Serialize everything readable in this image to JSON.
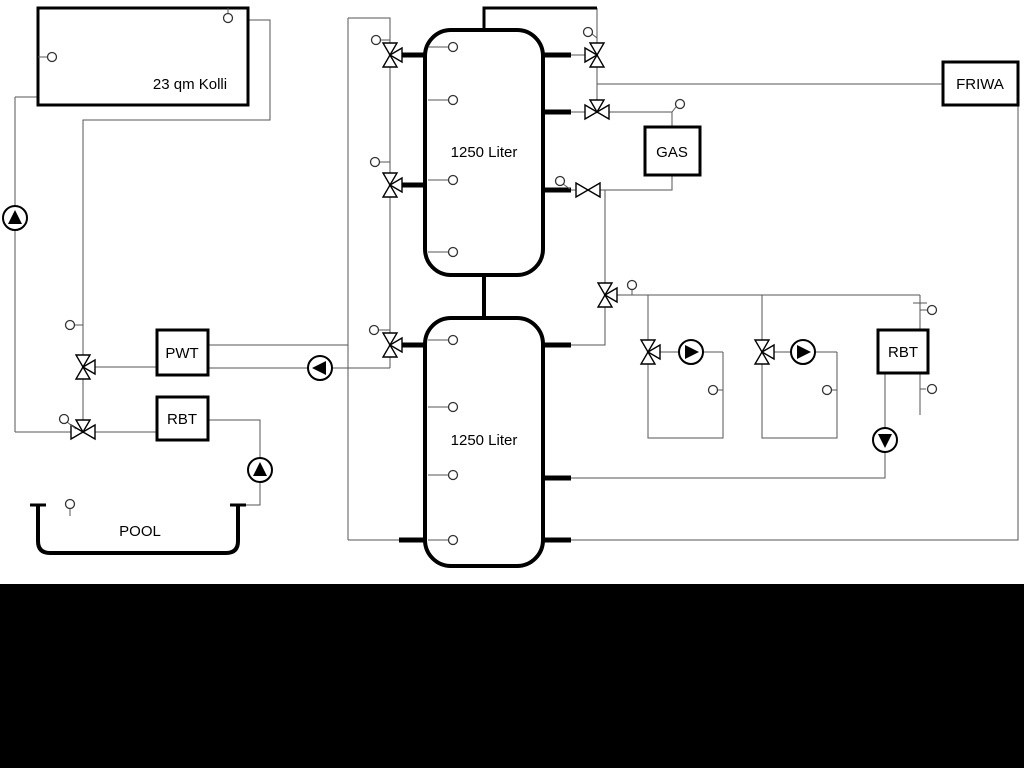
{
  "labels": {
    "collector": "23 qm Kolli",
    "tank1": "1250 Liter",
    "tank2": "1250 Liter",
    "pwt": "PWT",
    "rbt_left": "RBT",
    "gas": "GAS",
    "friwa": "FRIWA",
    "rbt_right": "RBT",
    "pool": "POOL"
  },
  "colors": {
    "background": "#ffffff",
    "line": "#555555",
    "component": "#000000",
    "bottom_band": "#000000"
  },
  "icons": {
    "pumps": [
      "solar-pump",
      "charge-pump",
      "heating-pump-1",
      "heating-pump-2",
      "rbt-return-pump",
      "pool-pump"
    ],
    "valves": [
      "collector-valve",
      "pool-diverter-valve",
      "tank1-top-valve",
      "tank1-mid-valve",
      "tank2-top-valve",
      "dhw-top-valve",
      "gas-supply-valve",
      "gas-return-valve",
      "mixing-header-valve",
      "heating-circuit-1-valve",
      "heating-circuit-2-valve"
    ],
    "sensor": "temperature-sensor"
  }
}
